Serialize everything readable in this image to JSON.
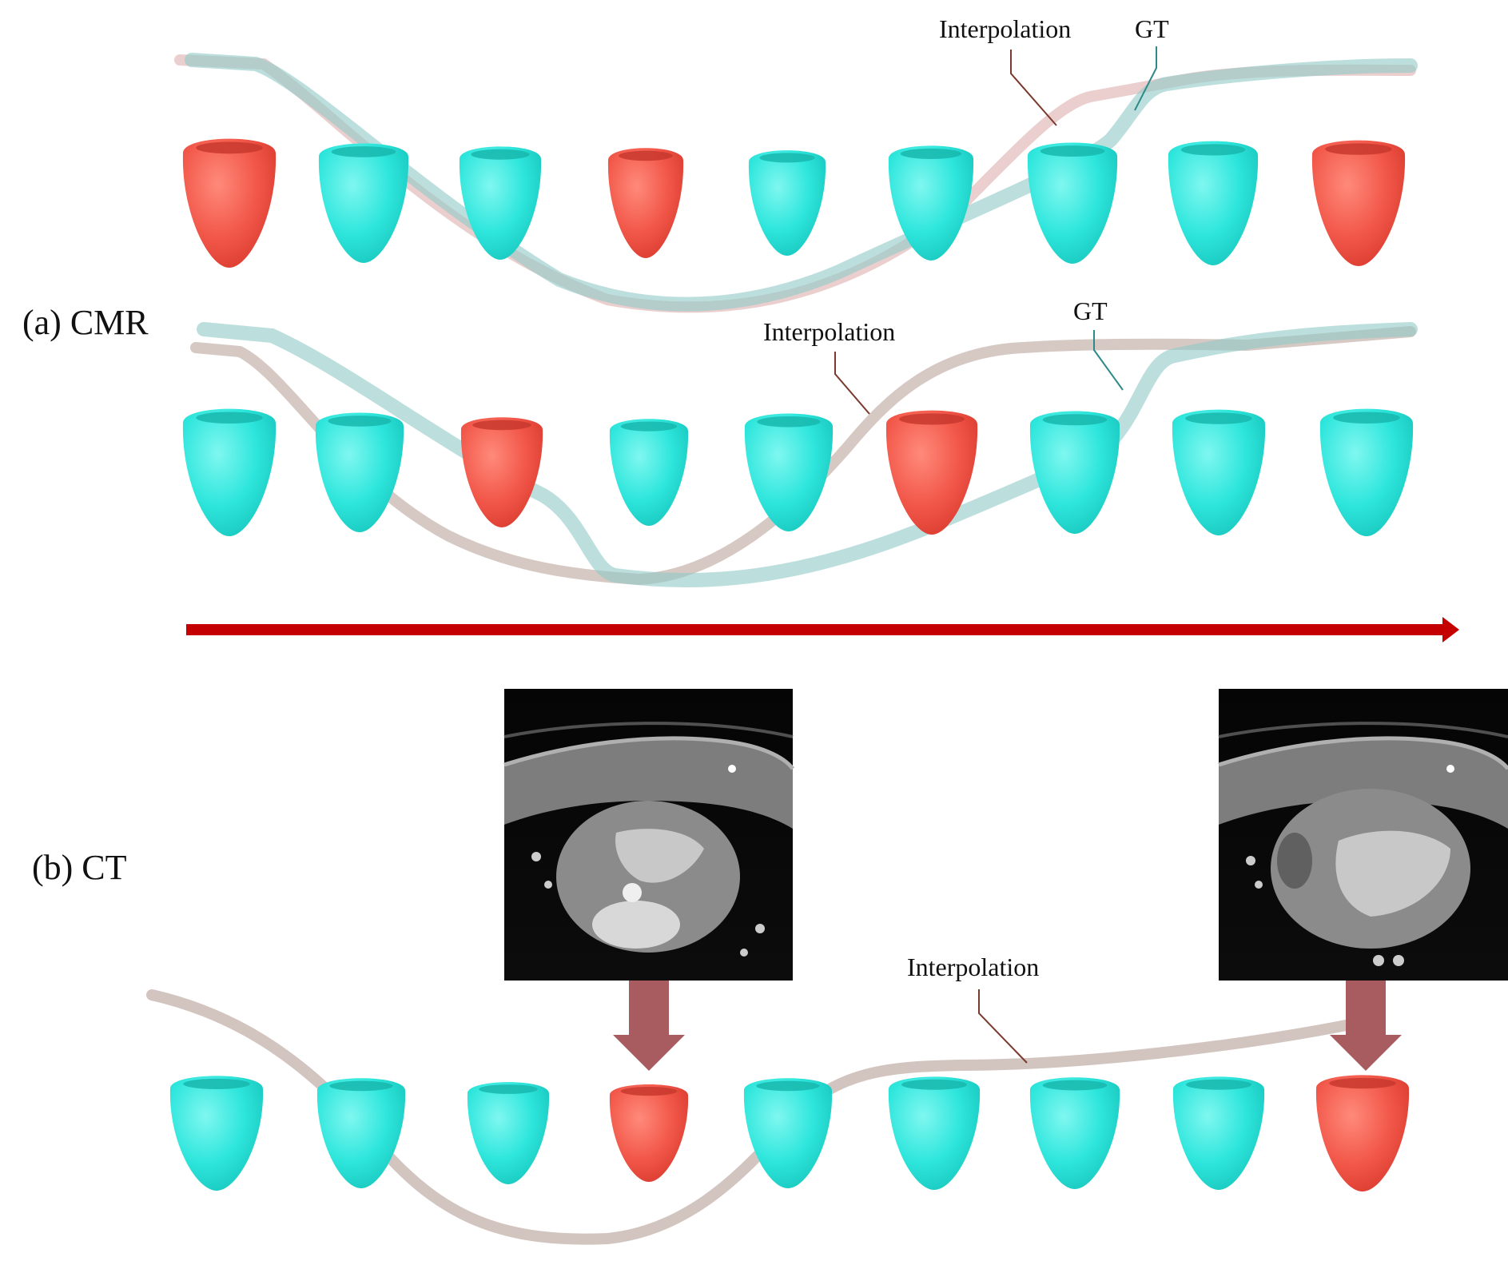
{
  "labels": {
    "cmr": "(a) CMR",
    "ct": "(b) CT",
    "interpolation": "Interpolation",
    "gt": "GT"
  },
  "colors": {
    "observed_heart": "#f2584a",
    "interpolated_heart": "#2ee6dc",
    "interpolation_curve": "#b49d94",
    "interpolation_curve_top": "#d9a8a6",
    "gt_curve": "#8fc9c8",
    "time_arrow": "#c40000",
    "ct_arrow": "#a85c60",
    "callout_line_interp": "#7a3a2e",
    "callout_line_gt": "#2e8a8a"
  },
  "rows": [
    {
      "name": "cmr-row-1",
      "hearts": [
        "observed",
        "interpolated",
        "interpolated",
        "observed",
        "interpolated",
        "interpolated",
        "interpolated",
        "interpolated",
        "observed"
      ]
    },
    {
      "name": "cmr-row-2",
      "hearts": [
        "interpolated",
        "interpolated",
        "observed",
        "interpolated",
        "interpolated",
        "observed",
        "interpolated",
        "interpolated",
        "interpolated"
      ]
    },
    {
      "name": "ct-row",
      "hearts": [
        "interpolated",
        "interpolated",
        "interpolated",
        "observed",
        "interpolated",
        "interpolated",
        "interpolated",
        "interpolated",
        "observed"
      ]
    }
  ]
}
